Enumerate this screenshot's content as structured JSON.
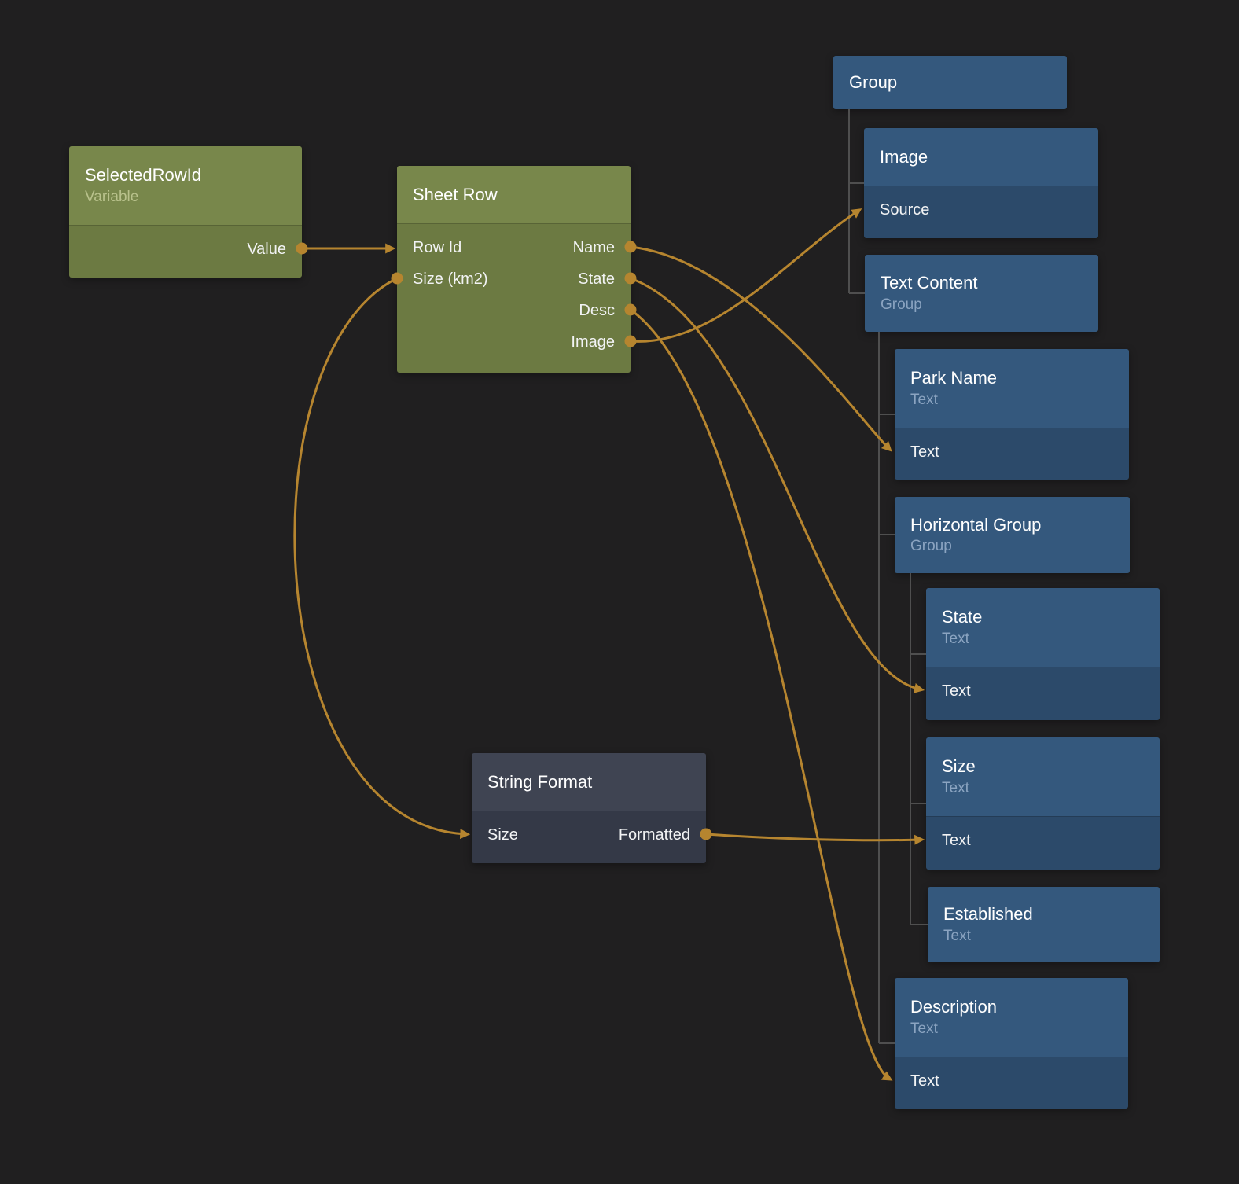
{
  "colors": {
    "background": "#201f20",
    "edge": "#b6852f",
    "tree_line": "#4f4f4f",
    "green_header": "#78874b",
    "green_body": "#6c7a42",
    "blue_header": "#34587d",
    "blue_body": "#2c4a6a",
    "slate_header": "#3f4452",
    "slate_body": "#343947"
  },
  "nodes": {
    "selected_row_id": {
      "title": "SelectedRowId",
      "subtitle": "Variable",
      "outputs": [
        "Value"
      ]
    },
    "sheet_row": {
      "title": "Sheet Row",
      "inputs": [
        "Row Id",
        "Size (km2)"
      ],
      "outputs": [
        "Name",
        "State",
        "Desc",
        "Image"
      ]
    },
    "group": {
      "title": "Group"
    },
    "image": {
      "title": "Image",
      "inputs": [
        "Source"
      ]
    },
    "text_content": {
      "title": "Text Content",
      "subtitle": "Group"
    },
    "park_name": {
      "title": "Park Name",
      "subtitle": "Text",
      "inputs": [
        "Text"
      ]
    },
    "horizontal_group": {
      "title": "Horizontal Group",
      "subtitle": "Group"
    },
    "state": {
      "title": "State",
      "subtitle": "Text",
      "inputs": [
        "Text"
      ]
    },
    "size": {
      "title": "Size",
      "subtitle": "Text",
      "inputs": [
        "Text"
      ]
    },
    "established": {
      "title": "Established",
      "subtitle": "Text"
    },
    "description": {
      "title": "Description",
      "subtitle": "Text",
      "inputs": [
        "Text"
      ]
    },
    "string_format": {
      "title": "String Format",
      "inputs": [
        "Size"
      ],
      "outputs": [
        "Formatted"
      ]
    }
  },
  "connections": [
    {
      "from": "SelectedRowId.Value",
      "to": "Sheet Row.Row Id"
    },
    {
      "from": "Sheet Row.Size (km2)",
      "to": "String Format.Size"
    },
    {
      "from": "Sheet Row.Name",
      "to": "Park Name.Text"
    },
    {
      "from": "Sheet Row.State",
      "to": "State.Text"
    },
    {
      "from": "Sheet Row.Desc",
      "to": "Description.Text"
    },
    {
      "from": "Sheet Row.Image",
      "to": "Image.Source"
    },
    {
      "from": "String Format.Formatted",
      "to": "Size.Text"
    }
  ],
  "hierarchy": [
    {
      "parent": "Group",
      "children": [
        "Image",
        "Text Content"
      ]
    },
    {
      "parent": "Text Content",
      "children": [
        "Park Name",
        "Horizontal Group",
        "Description"
      ]
    },
    {
      "parent": "Horizontal Group",
      "children": [
        "State",
        "Size",
        "Established"
      ]
    }
  ]
}
